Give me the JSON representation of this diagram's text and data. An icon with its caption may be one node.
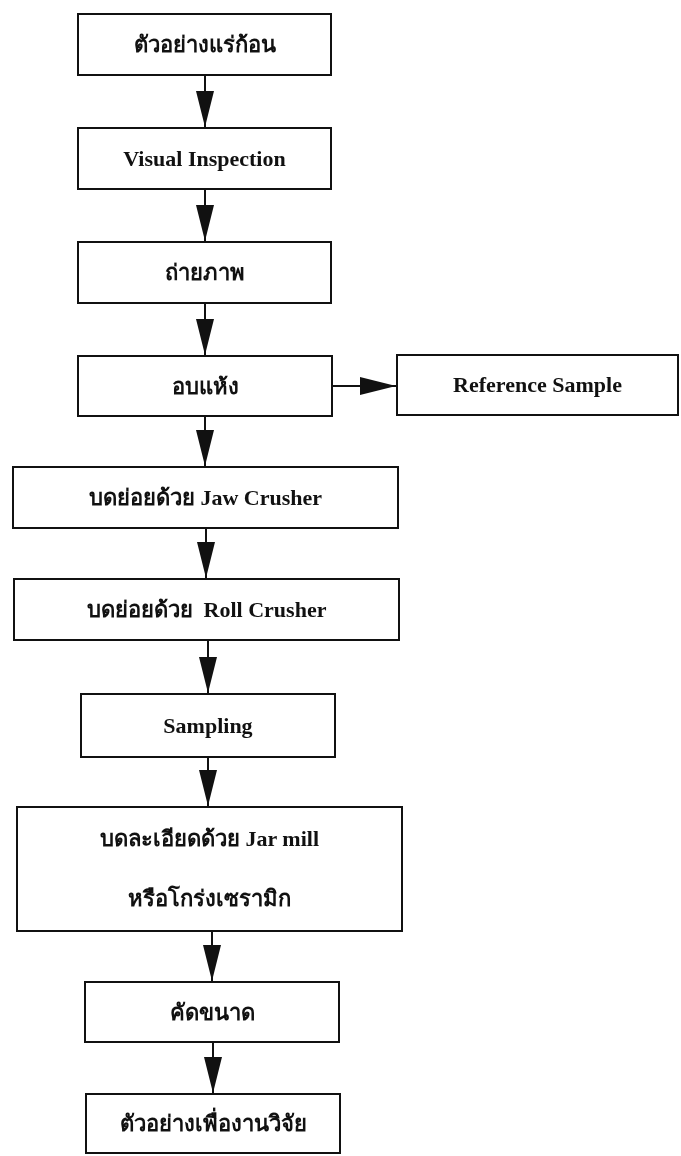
{
  "diagram": {
    "nodes": [
      {
        "text": [
          "ตัวอย่างแร่ก้อน"
        ]
      },
      {
        "text": [
          "Visual Inspection"
        ]
      },
      {
        "text": [
          "ถ่ายภาพ"
        ]
      },
      {
        "text": [
          "อบแห้ง"
        ]
      },
      {
        "text": [
          "Reference Sample"
        ]
      },
      {
        "text": [
          "บดย่อยด้วย Jaw Crusher"
        ]
      },
      {
        "text": [
          "บดย่อยด้วย  Roll Crusher"
        ]
      },
      {
        "text": [
          "Sampling"
        ]
      },
      {
        "text": [
          "บดละเอียดด้วย Jar mill หรือโกร่งเซรามิก"
        ]
      },
      {
        "text": [
          "คัดขนาด"
        ]
      },
      {
        "text": [
          "ตัวอย่างเพื่องานวิจัย"
        ]
      }
    ],
    "edges": [
      {
        "from": 0,
        "to": 1,
        "arrow": "to"
      },
      {
        "from": 1,
        "to": 2,
        "arrow": "to"
      },
      {
        "from": 2,
        "to": 3,
        "arrow": "to"
      },
      {
        "from": 3,
        "to": 4,
        "arrow": "to"
      },
      {
        "from": 3,
        "to": 5,
        "arrow": "to"
      },
      {
        "from": 5,
        "to": 6,
        "arrow": "to"
      },
      {
        "from": 6,
        "to": 7,
        "arrow": "to"
      },
      {
        "from": 7,
        "to": 8,
        "arrow": "to"
      },
      {
        "from": 8,
        "to": 9,
        "arrow": "to"
      },
      {
        "from": 9,
        "to": 10,
        "arrow": "to"
      }
    ]
  }
}
